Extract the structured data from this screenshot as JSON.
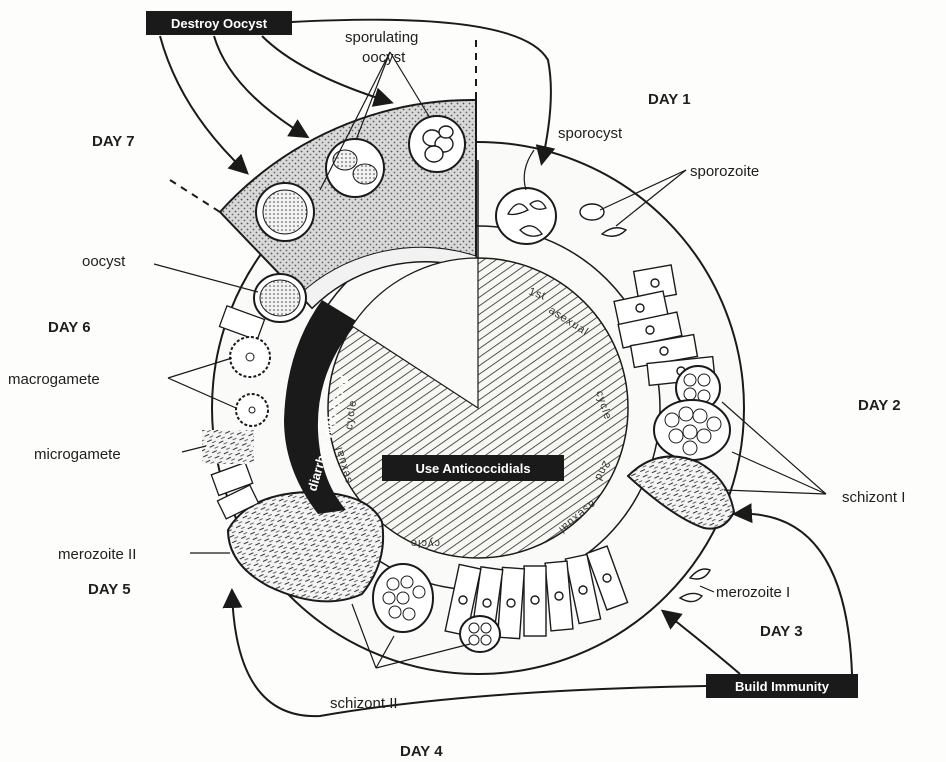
{
  "actions": {
    "destroy": "Destroy Oocyst",
    "immunity": "Build Immunity",
    "anticoccidials": "Use Anticoccidials"
  },
  "days": {
    "d1": "DAY 1",
    "d2": "DAY 2",
    "d3": "DAY 3",
    "d4": "DAY 4",
    "d5": "DAY 5",
    "d6": "DAY 6",
    "d7": "DAY 7"
  },
  "stages": {
    "sporulating": "sporulating",
    "oocyst_word": "oocyst",
    "sporocyst": "sporocyst",
    "sporozoite": "sporozoite",
    "schizont1": "schizont I",
    "merozoite1": "merozoite I",
    "schizont2": "schizont II",
    "merozoite2": "merozoite II",
    "microgamete": "microgamete",
    "macrogamete": "macrogamete",
    "oocyst": "oocyst"
  },
  "ring_labels": {
    "first": "1st",
    "asexual1": "asexual",
    "cycle1": "cycle",
    "second": "2nd",
    "asexual2": "asexual",
    "cycle2": "cycle",
    "sexual": "sexual",
    "cycle3": "cycle"
  },
  "symptom": "diarrhea with blood"
}
